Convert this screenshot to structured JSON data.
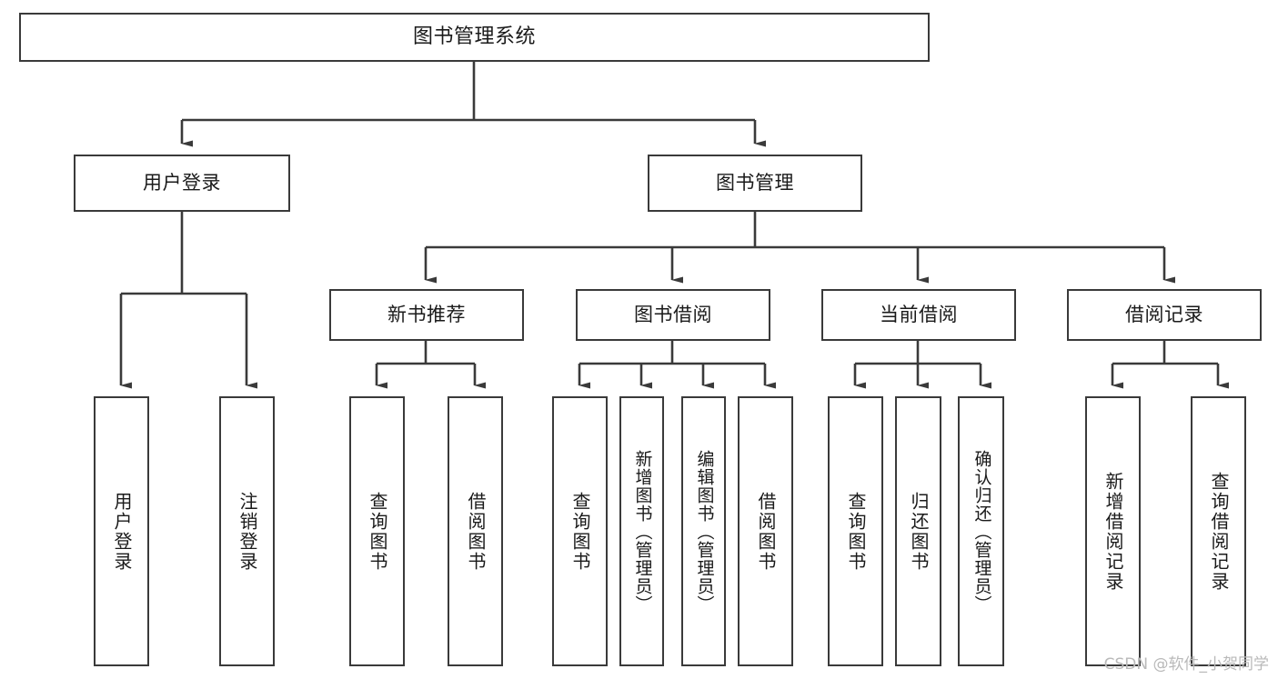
{
  "diagram": {
    "title": "图书管理系统",
    "type": "tree-hierarchy-chart",
    "stroke_color": "#3a3a3a",
    "text_color": "#1a1a1a",
    "background_color": "#ffffff"
  },
  "watermark": {
    "text": "CSDN @软件_小贺同学",
    "color": "#b9b9b9"
  },
  "nodes": {
    "root": {
      "label": "图书管理系统"
    },
    "level1": [
      {
        "label": "用户登录"
      },
      {
        "label": "图书管理"
      }
    ],
    "level2": [
      {
        "label": "新书推荐"
      },
      {
        "label": "图书借阅"
      },
      {
        "label": "当前借阅"
      },
      {
        "label": "借阅记录"
      }
    ],
    "leaves": {
      "user_login": [
        {
          "label": "用户登录"
        },
        {
          "label": "注销登录"
        }
      ],
      "new_book_recommend": [
        {
          "label": "查询图书"
        },
        {
          "label": "借阅图书"
        }
      ],
      "book_borrow": [
        {
          "label": "查询图书"
        },
        {
          "label": "新增图书（管理员）"
        },
        {
          "label": "编辑图书（管理员）"
        },
        {
          "label": "借阅图书"
        }
      ],
      "current_borrow": [
        {
          "label": "查询图书"
        },
        {
          "label": "归还图书"
        },
        {
          "label": "确认归还（管理员）"
        }
      ],
      "borrow_record": [
        {
          "label": "新增借阅记录"
        },
        {
          "label": "查询借阅记录"
        }
      ]
    }
  }
}
